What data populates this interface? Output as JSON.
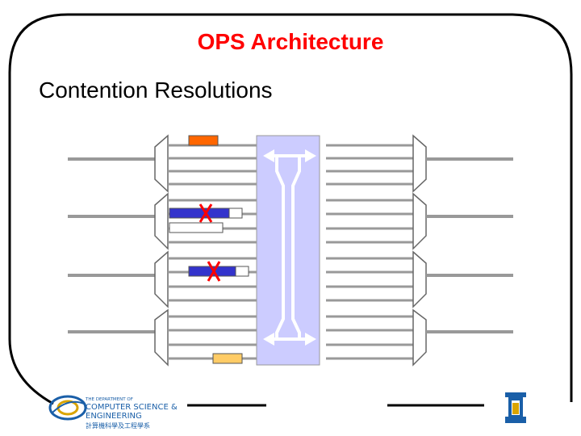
{
  "slide": {
    "title": "OPS Architecture",
    "subtitle": "Contention Resolutions"
  },
  "footer": {
    "dept_line1": "THE DEPARTMENT OF",
    "dept_line2": "COMPUTER SCIENCE &",
    "dept_line3": "ENGINEERING",
    "dept_chinese": "計算機科學及工程學系",
    "university_logo": "hkust-logo"
  },
  "colors": {
    "title": "#ff0000",
    "switch_fabric": "#ccccff",
    "arrow": "#ffffff",
    "packet_orange": "#ff6600",
    "packet_light_orange": "#ffcc66",
    "packet_blue": "#3333cc",
    "contention_x": "#ff0000",
    "logo_blue": "#1a5fa8",
    "logo_gold": "#d9a400"
  },
  "icons": [
    "contention-x-icon",
    "hkust-logo-icon",
    "cse-logo-icon"
  ]
}
